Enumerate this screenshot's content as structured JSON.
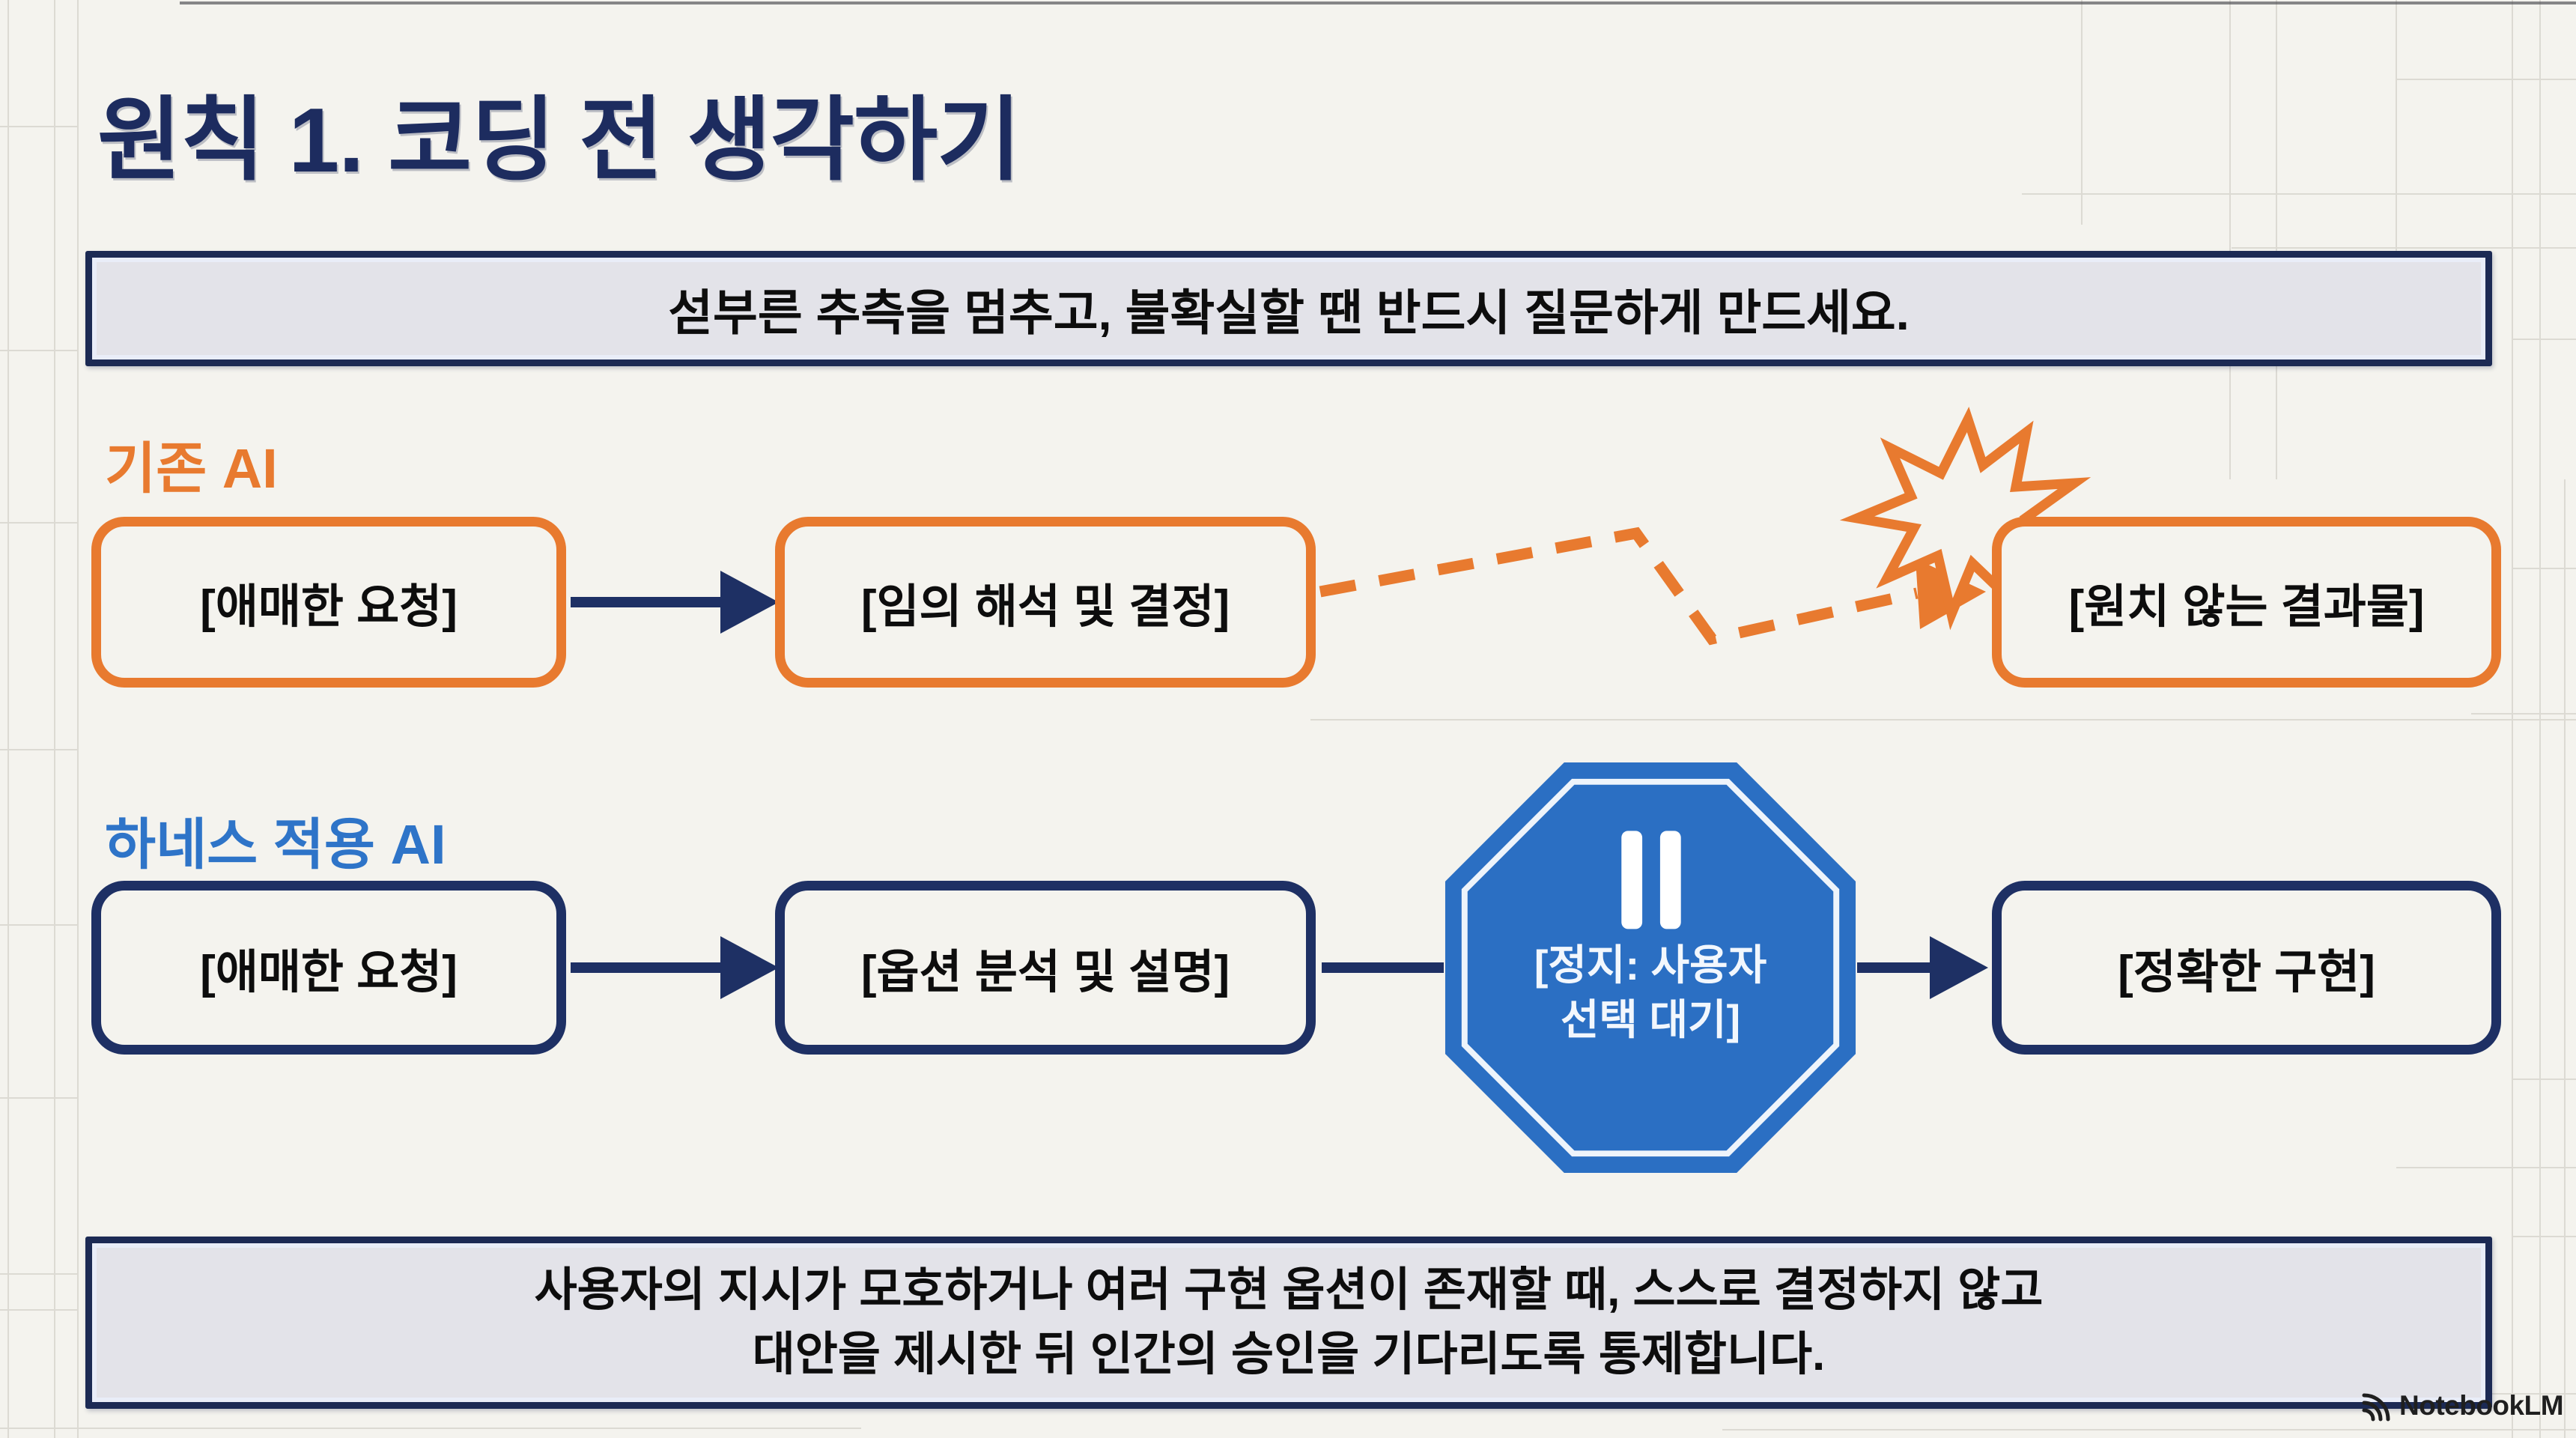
{
  "slide": {
    "title": "원칙 1. 코딩 전 생각하기",
    "top_banner": "섣부른 추측을 멈추고, 불확실할 땐 반드시 질문하게 만드세요.",
    "bottom_banner_line1": "사용자의 지시가 모호하거나 여러 구현 옵션이 존재할 때, 스스로 결정하지 않고",
    "bottom_banner_line2": "대안을 제시한 뒤 인간의 승인을 기다리도록 통제합니다."
  },
  "flow_legacy": {
    "label": "기존 AI",
    "node1": "[애매한 요청]",
    "node2": "[임의 해석 및 결정]",
    "node3": "[원치 않는 결과물]"
  },
  "flow_harness": {
    "label": "하네스 적용 AI",
    "node1": "[애매한 요청]",
    "node2": "[옵션 분석 및 설명]",
    "stop_line1": "[정지: 사용자",
    "stop_line2": "선택 대기]",
    "node3": "[정확한 구현]"
  },
  "watermark": {
    "brand": "NotebookLM"
  },
  "colors": {
    "background": "#f4f3ee",
    "navy": "#1e3064",
    "title": "#1d2c5f",
    "orange": "#e87a2f",
    "blue_label": "#2e74c8",
    "octagon": "#2b6fc3",
    "banner_fill": "#e3e3e9",
    "banner_border": "#1c2a54",
    "ink": "#0d0d0d"
  }
}
